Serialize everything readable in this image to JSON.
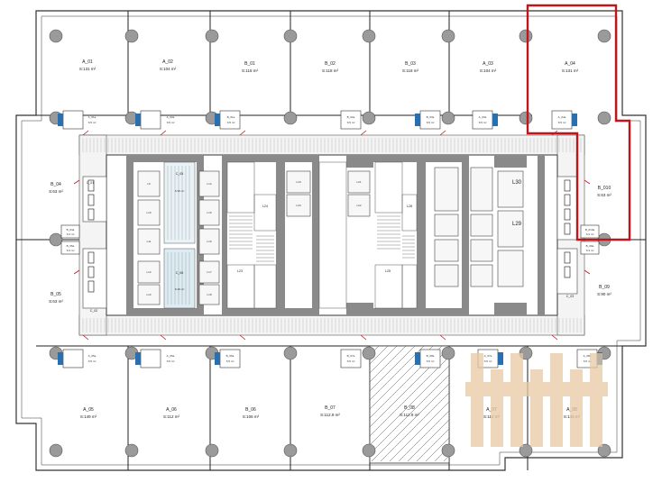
{
  "plan": {
    "rooms": [
      {
        "id": "A_01",
        "name": "A_01",
        "area": "S:131 m²"
      },
      {
        "id": "A_02",
        "name": "A_02",
        "area": "S:104 m²"
      },
      {
        "id": "B_01",
        "name": "B_01",
        "area": "S:118 m²"
      },
      {
        "id": "B_02",
        "name": "B_02",
        "area": "S:118 m²"
      },
      {
        "id": "B_03",
        "name": "B_03",
        "area": "S:118 m²"
      },
      {
        "id": "A_03",
        "name": "A_03",
        "area": "S:104 m²"
      },
      {
        "id": "A_04",
        "name": "A_04",
        "area": "S:131 m²"
      },
      {
        "id": "B_04",
        "name": "B_04",
        "area": "S:63 m²"
      },
      {
        "id": "B_010",
        "name": "B_010",
        "area": "S:63 m²"
      },
      {
        "id": "B_05",
        "name": "B_05",
        "area": "S:63 m²"
      },
      {
        "id": "B_09",
        "name": "B_09",
        "area": "S:90 m²"
      },
      {
        "id": "A_05",
        "name": "A_05",
        "area": "S:149 m²"
      },
      {
        "id": "A_06",
        "name": "A_06",
        "area": "S:112 m²"
      },
      {
        "id": "B_06",
        "name": "B_06",
        "area": "S:106 m²"
      },
      {
        "id": "B_07",
        "name": "B_07",
        "area": "S:112.9 m²"
      },
      {
        "id": "B_08",
        "name": "B_08",
        "area": "S:112.9 m²"
      },
      {
        "id": "A_07",
        "name": "A_07",
        "area": "S:112 m²"
      },
      {
        "id": "A_08",
        "name": "A_08",
        "area": "S:145 m²"
      }
    ],
    "wc": [
      {
        "id": "A_01a",
        "name": "A_01a",
        "area": "S:5 m²"
      },
      {
        "id": "A_02a",
        "name": "A_02a",
        "area": "S:5 m²"
      },
      {
        "id": "B_01a",
        "name": "B_01a",
        "area": "S:5 m²"
      },
      {
        "id": "B_02a",
        "name": "B_02a",
        "area": "S:5 m²"
      },
      {
        "id": "B_03a",
        "name": "B_03a",
        "area": "S:5 m²"
      },
      {
        "id": "A_03a",
        "name": "A_03a",
        "area": "S:5 m²"
      },
      {
        "id": "A_04a",
        "name": "A_04a",
        "area": "S:5 m²"
      },
      {
        "id": "B_04a",
        "name": "B_04a",
        "area": "S:3 m²"
      },
      {
        "id": "B_010a",
        "name": "B_010a",
        "area": "S:3 m²"
      },
      {
        "id": "B_05a",
        "name": "B_05a",
        "area": "S:3 m²"
      },
      {
        "id": "B_09a",
        "name": "B_09a",
        "area": "S:3 m²"
      },
      {
        "id": "A_05a",
        "name": "A_05a",
        "area": "S:5 m²"
      },
      {
        "id": "A_06a",
        "name": "A_06a",
        "area": "S:5 m²"
      },
      {
        "id": "B_06a",
        "name": "B_06a",
        "area": "S:5 m²"
      },
      {
        "id": "B_07a",
        "name": "B_07a",
        "area": "S:5 m²"
      },
      {
        "id": "B_08a",
        "name": "B_08a",
        "area": "S:5 m²"
      },
      {
        "id": "A_07a",
        "name": "A_07a",
        "area": "S:5 m²"
      },
      {
        "id": "A_08a",
        "name": "A_08a",
        "area": "S:5 m²"
      }
    ],
    "corridors": [
      "C_01",
      "C_02",
      "C_03"
    ],
    "core": {
      "lift_lobby_1": {
        "name": "C_05",
        "area": "S:35 m²"
      },
      "lift_lobby_2": {
        "name": "C_06",
        "area": "S:26 m²"
      },
      "stairs": [
        "L24",
        "L23",
        "L28",
        "L25",
        "L30",
        "L29"
      ],
      "lifts": [
        "L9",
        "L10",
        "L11",
        "L12",
        "L13",
        "L14",
        "L15",
        "L16",
        "L17",
        "L18",
        "L19",
        "L20",
        "L21",
        "L22"
      ]
    },
    "highlight_color": "#c0161b",
    "watermark_color": "#e8c9a2"
  }
}
